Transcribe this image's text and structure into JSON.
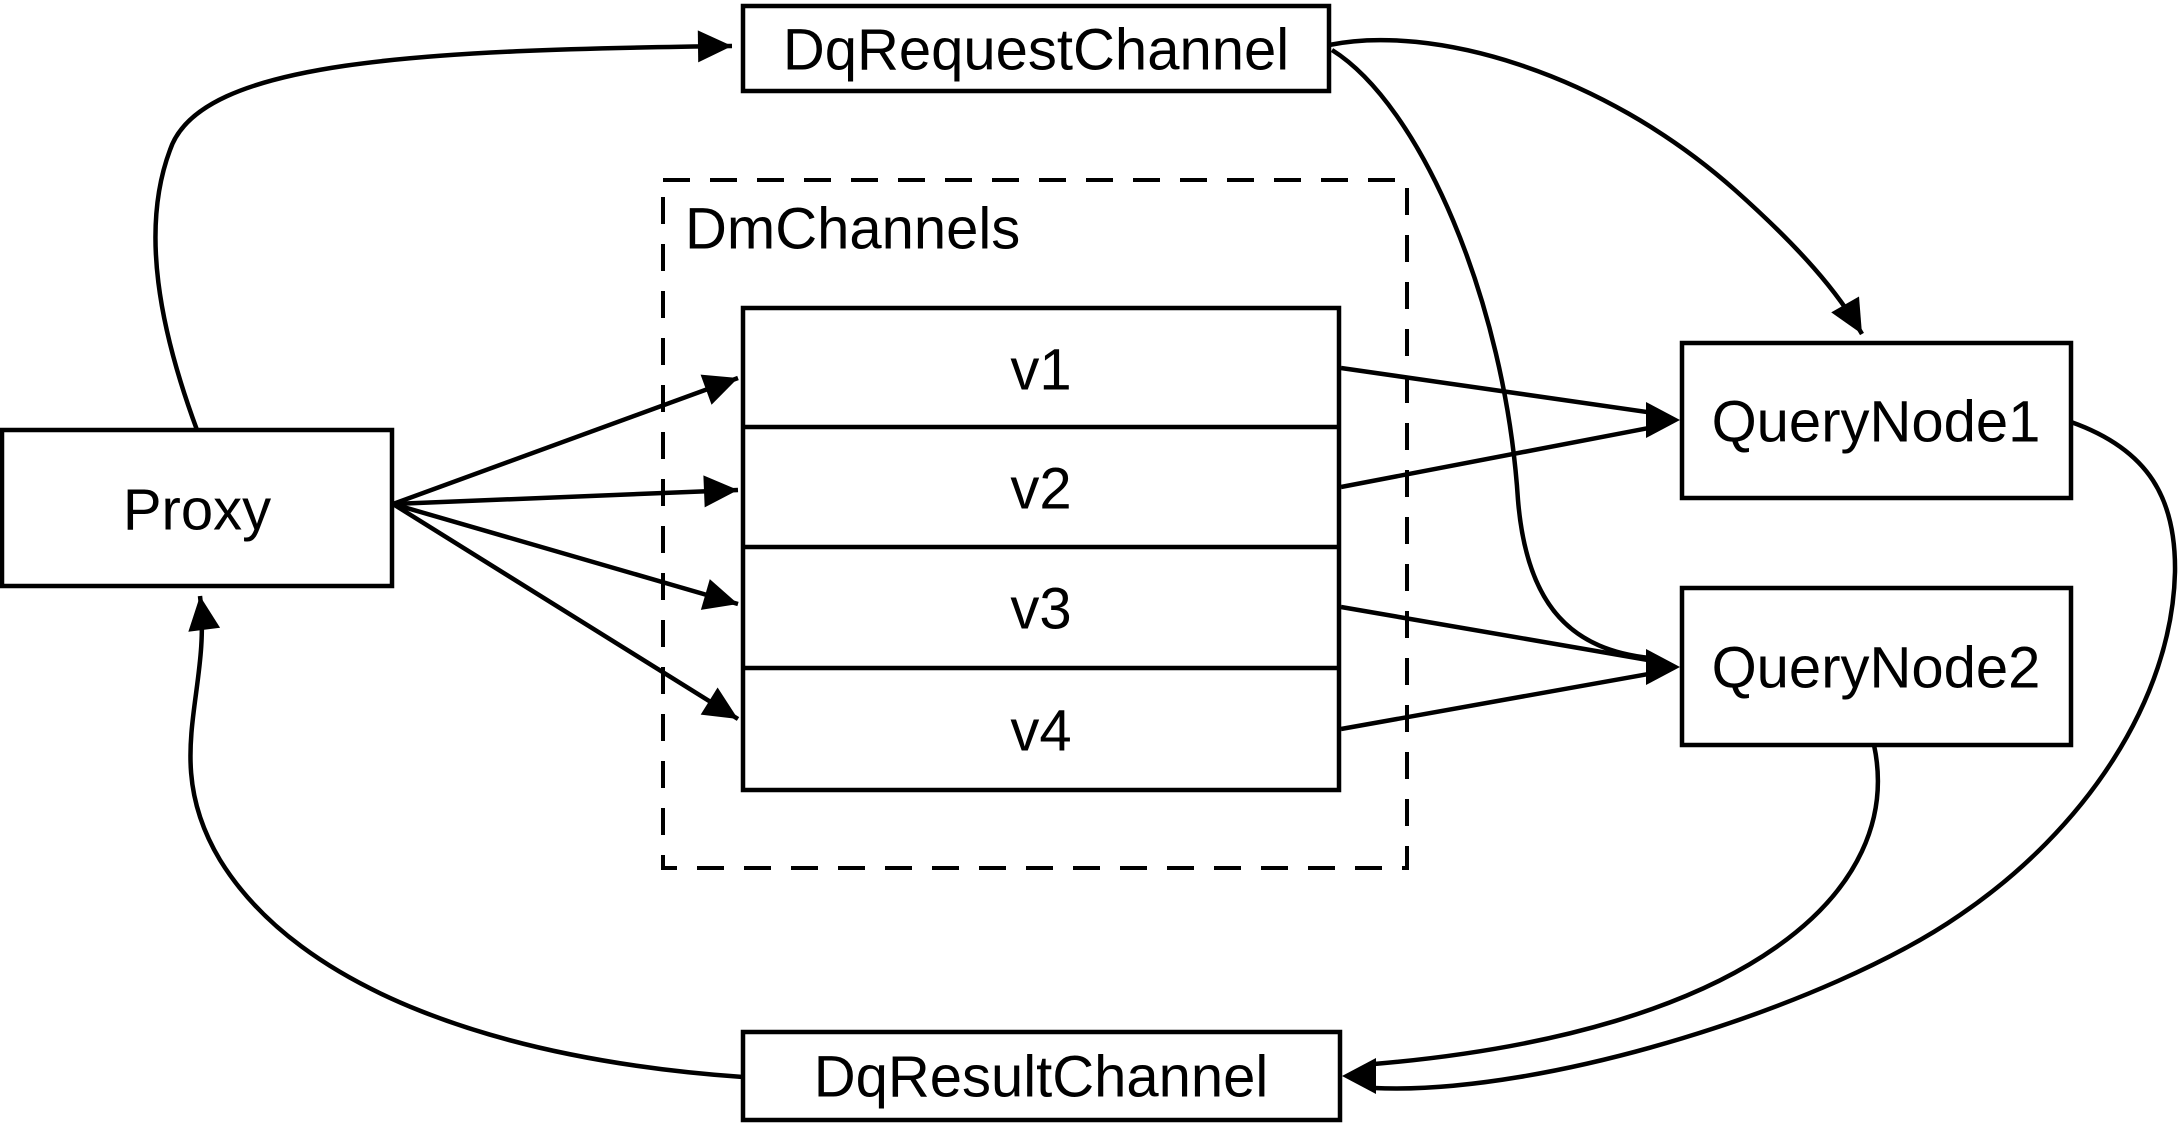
{
  "diagram": {
    "background": "#ffffff",
    "stroke_color": "#000000",
    "nodes": {
      "proxy": {
        "label": "Proxy"
      },
      "dq_request_channel": {
        "label": "DqRequestChannel"
      },
      "dm_channels_group": {
        "label": "DmChannels"
      },
      "channels": [
        "v1",
        "v2",
        "v3",
        "v4"
      ],
      "query_node_1": {
        "label": "QueryNode1"
      },
      "query_node_2": {
        "label": "QueryNode2"
      },
      "dq_result_channel": {
        "label": "DqResultChannel"
      }
    },
    "edges": [
      {
        "from": "Proxy",
        "to": "DqRequestChannel"
      },
      {
        "from": "Proxy",
        "to": "v1"
      },
      {
        "from": "Proxy",
        "to": "v2"
      },
      {
        "from": "Proxy",
        "to": "v3"
      },
      {
        "from": "Proxy",
        "to": "v4"
      },
      {
        "from": "v1",
        "to": "QueryNode1"
      },
      {
        "from": "v2",
        "to": "QueryNode1"
      },
      {
        "from": "v3",
        "to": "QueryNode2"
      },
      {
        "from": "v4",
        "to": "QueryNode2"
      },
      {
        "from": "DqRequestChannel",
        "to": "QueryNode1"
      },
      {
        "from": "DqRequestChannel",
        "to": "QueryNode2"
      },
      {
        "from": "QueryNode1",
        "to": "DqResultChannel"
      },
      {
        "from": "QueryNode2",
        "to": "DqResultChannel"
      },
      {
        "from": "DqResultChannel",
        "to": "Proxy"
      }
    ]
  }
}
